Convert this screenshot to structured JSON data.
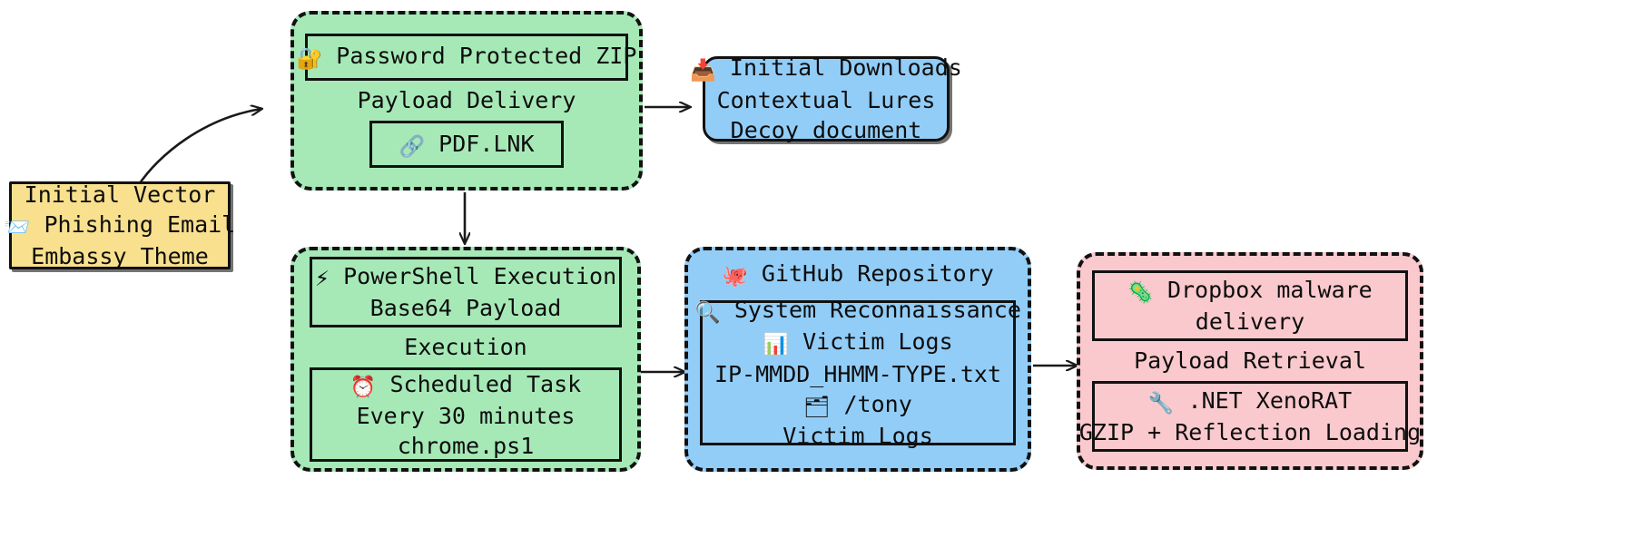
{
  "diagram": {
    "title": "Phishing attack chain",
    "colors": {
      "green": "#a6e9b7",
      "blue": "#92cdf7",
      "pink": "#fac9cd",
      "yellow": "#f8e08e",
      "stroke": "#111111"
    }
  },
  "nodes": {
    "initial_vector": {
      "line1": "Initial Vector",
      "icon": "incoming-envelope-icon",
      "icon_glyph": "📨",
      "line2": "Phishing Email",
      "line3": "Embassy Theme"
    },
    "initial_downloads": {
      "icon": "inbox-tray-icon",
      "icon_glyph": "📥",
      "line1": "Initial Downloads",
      "line2": "Contextual Lures",
      "line3": "Decoy document"
    }
  },
  "clusters": {
    "payload_delivery": {
      "caption": "Payload Delivery",
      "boxes": [
        {
          "icon": "locked-with-key-icon",
          "icon_glyph": "🔐",
          "lines": [
            "Password Protected ZIP"
          ]
        },
        {
          "icon": "paperclip-icon",
          "icon_glyph": "🔗",
          "lines": [
            "PDF.LNK"
          ]
        }
      ]
    },
    "execution": {
      "caption": "Execution",
      "boxes": [
        {
          "icon": "high-voltage-icon",
          "icon_glyph": "⚡",
          "lines": [
            "PowerShell Execution",
            "Base64 Payload"
          ]
        },
        {
          "icon": "alarm-clock-icon",
          "icon_glyph": "⏰",
          "lines": [
            "Scheduled Task",
            "Every 30 minutes",
            "chrome.ps1"
          ]
        }
      ]
    },
    "github_repository": {
      "title_icon": "octopus-icon",
      "title_icon_glyph": "🐙",
      "title": "GitHub Repository",
      "boxes": [
        {
          "icon": "magnifying-glass-icon",
          "icon_glyph": "🔍",
          "line1": "System Reconnaissance",
          "icon2": "bar-chart-icon",
          "icon2_glyph": "📊",
          "line2": "Victim Logs",
          "line3": "IP-MMDD_HHMM-TYPE.txt",
          "icon3": "folder-icon",
          "icon3_glyph": "🗂",
          "line4": "/tony",
          "line5": "Victim Logs"
        }
      ]
    },
    "payload_retrieval": {
      "caption": "Payload Retrieval",
      "boxes": [
        {
          "icon": "microbe-icon",
          "icon_glyph": "🦠",
          "lines": [
            "Dropbox malware",
            "delivery"
          ]
        },
        {
          "icon": "wrench-icon",
          "icon_glyph": "🔧",
          "lines": [
            ".NET XenoRAT",
            "GZIP + Reflection Loading"
          ]
        }
      ]
    }
  },
  "edges": [
    {
      "name": "edge-initial-vector-to-payload-delivery",
      "from": "initial_vector",
      "to": "payload_delivery"
    },
    {
      "name": "edge-payload-delivery-to-initial-downloads",
      "from": "payload_delivery",
      "to": "initial_downloads"
    },
    {
      "name": "edge-payload-delivery-to-execution",
      "from": "payload_delivery",
      "to": "execution"
    },
    {
      "name": "edge-execution-to-github",
      "from": "execution",
      "to": "github_repository"
    },
    {
      "name": "edge-github-to-payload-retrieval",
      "from": "github_repository",
      "to": "payload_retrieval"
    }
  ]
}
